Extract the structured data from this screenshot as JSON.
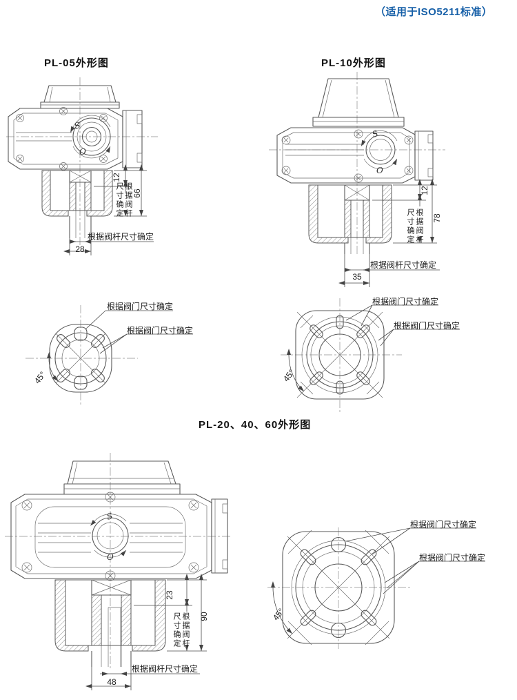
{
  "page": {
    "standard_note": "（适用于ISO5211标准）"
  },
  "colors": {
    "accent_blue": "#1760a8",
    "line": "#5a5a5a",
    "text": "#222222"
  },
  "dial": {
    "shut_mark": "S",
    "open_mark": "O"
  },
  "labels": {
    "stem_leader": "根据阀杆尺寸确定",
    "valve_leader": "根据阀门尺寸确定",
    "stem_vertical_right": "根据阀杆",
    "stem_vertical_left": "尺寸确定",
    "angle_45": "45°"
  },
  "pl05": {
    "title": "PL-05外形图",
    "dims": {
      "socket_depth": "12",
      "bracket_height": "66",
      "stem_width": "28"
    }
  },
  "pl10": {
    "title": "PL-10外形图",
    "dims": {
      "socket_depth": "12",
      "bracket_height": "78",
      "stem_width": "35"
    }
  },
  "pl20": {
    "title": "PL-20、40、60外形图",
    "dims": {
      "socket_depth": "23",
      "bracket_height": "90",
      "stem_width": "48"
    }
  }
}
